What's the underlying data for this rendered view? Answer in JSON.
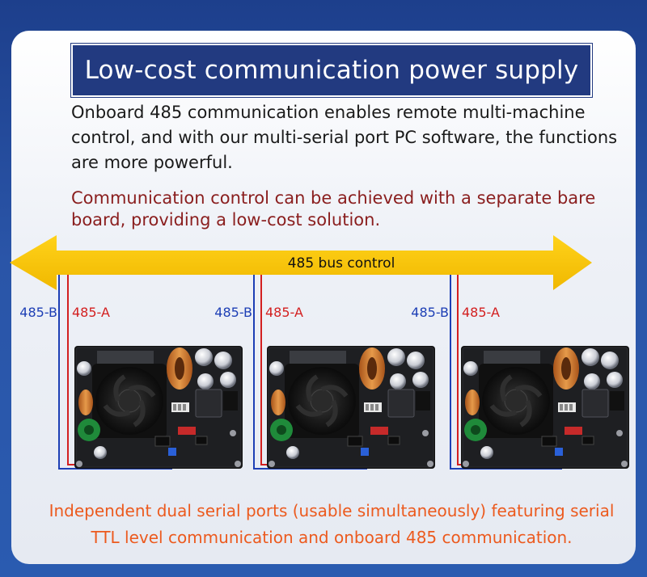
{
  "title": "Low-cost communication power supply",
  "description": "Onboard 485 communication enables remote multi-machine control, and with our multi-serial port PC software, the functions are more powerful.",
  "highlight": "Communication control can be achieved with a separate bare board, providing a low-cost solution.",
  "bus_label": "485 bus control",
  "modules": [
    {
      "label_b": "485-B",
      "label_a": "485-A"
    },
    {
      "label_b": "485-B",
      "label_a": "485-A"
    },
    {
      "label_b": "485-B",
      "label_a": "485-A"
    }
  ],
  "footer": "Independent dual serial ports (usable simultaneously) featuring serial TTL level communication and onboard 485 communication.",
  "colors": {
    "background": "#2a55a8",
    "title_box": "#223a80",
    "arrow": "#f5c400",
    "wire_b": "#1d3fb5",
    "wire_a": "#d32020",
    "highlight_text": "#8a1e1e",
    "footer_text": "#ec5a1e"
  },
  "icons": [
    "power-board-image",
    "cooling-fan",
    "toroid-inductor",
    "capacitor"
  ]
}
